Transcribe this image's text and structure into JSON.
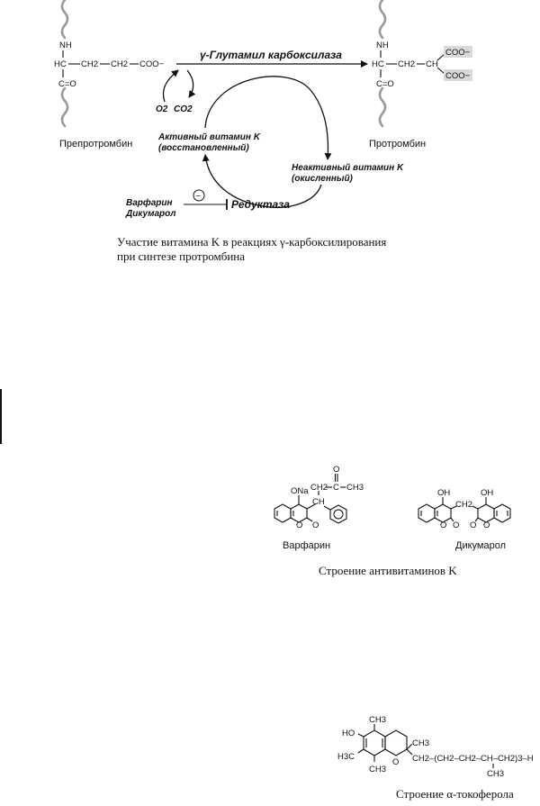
{
  "scheme": {
    "left_nh": "NH",
    "left_hc": "HC",
    "left_ch2a": "CH2",
    "left_ch2b": "CH2",
    "left_coo": "COO−",
    "left_co": "C=O",
    "left_name": "Препротромбин",
    "right_nh": "NH",
    "right_hc": "HC",
    "right_ch2": "CH2",
    "right_ch": "CH",
    "right_coo1": "COO−",
    "right_coo2": "COO−",
    "right_co": "C=O",
    "right_name": "Протромбин",
    "enzyme": "γ-Глутамил карбоксилаза",
    "o2": "O2",
    "co2": "CO2",
    "active_l1": "Активный витамин K",
    "active_l2": "(восстановленный)",
    "inactive_l1": "Неактивный витамин K",
    "inactive_l2": "(окисленный)",
    "warfarin": "Варфарин",
    "dicumarol": "Дикумарол",
    "minus": "−",
    "reductase": "Редуктаза",
    "caption_l1": "Участие витамина K в реакциях γ-карбоксилирования",
    "caption_l2": "при синтезе протромбина"
  },
  "antivitamins": {
    "w_ona": "ONa",
    "w_ch2": "CH2",
    "w_c": "C",
    "w_ch3": "CH3",
    "w_o_top": "O",
    "w_ch": "CH",
    "w_o_ring": "O",
    "w_o_exo": "O",
    "w_name": "Варфарин",
    "d_oh1": "OH",
    "d_oh2": "OH",
    "d_ch2": "CH2",
    "d_o1": "O",
    "d_o2": "O",
    "d_o3": "O",
    "d_o4": "O",
    "d_name": "Дикумарол",
    "caption": "Строение антивитаминов K"
  },
  "tocopherol": {
    "ho": "HO",
    "ch3_top": "CH3",
    "ch3_ring": "CH3",
    "h3c": "H3C",
    "ch3_bottom": "CH3",
    "o": "O",
    "chain": "CH2–(CH2–CH2–CH–CH2)3–H",
    "ch3_chain": "CH3",
    "caption": "Строение α-токоферола"
  }
}
